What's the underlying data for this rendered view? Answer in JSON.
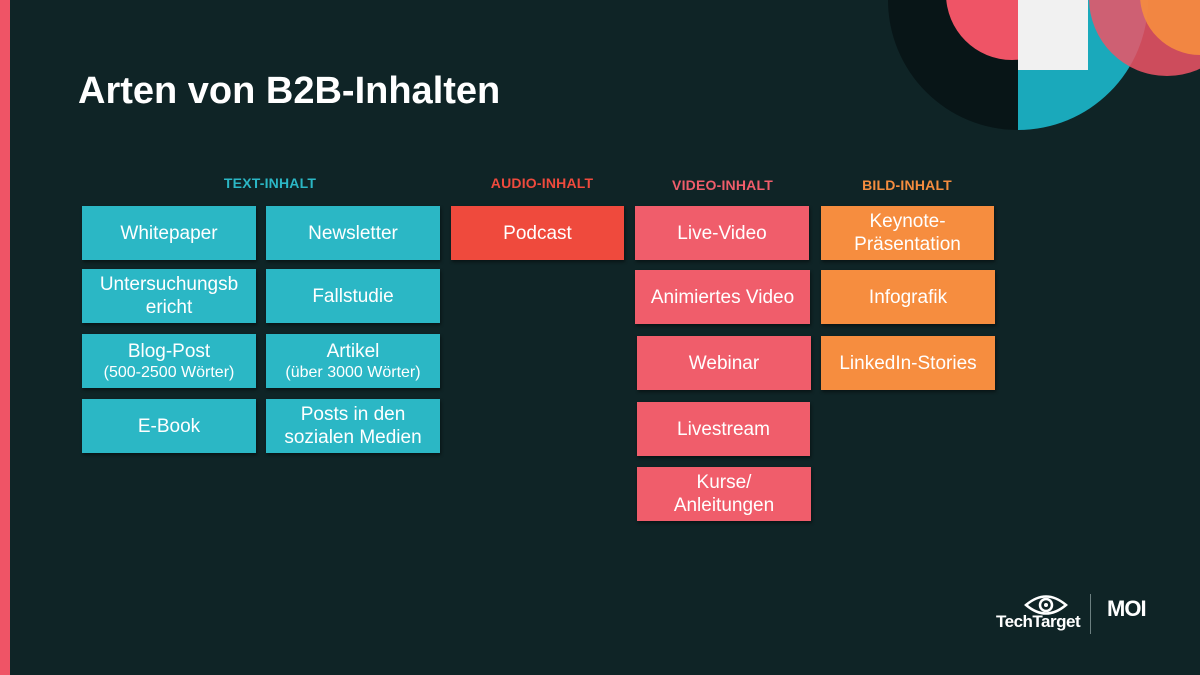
{
  "slide": {
    "title": "Arten von B2B-Inhalten"
  },
  "colors": {
    "background": "#0f2426",
    "text_teal": "#2bb7c5",
    "audio_red": "#ef4a3d",
    "video_pink": "#f05d6b",
    "image_orange": "#f68d3f"
  },
  "columns": {
    "text": {
      "header": "TEXT-INHALT",
      "items": [
        {
          "line1": "Whitepaper",
          "line2": ""
        },
        {
          "line1": "Newsletter",
          "line2": ""
        },
        {
          "line1": "Untersuchungsb",
          "line2": "ericht"
        },
        {
          "line1": "Fallstudie",
          "line2": ""
        },
        {
          "line1": "Blog-Post",
          "line2": "(500-2500 Wörter)"
        },
        {
          "line1": "Artikel",
          "line2": "(über 3000 Wörter)"
        },
        {
          "line1": "E-Book",
          "line2": ""
        },
        {
          "line1": "Posts in den",
          "line2": "sozialen Medien"
        }
      ]
    },
    "audio": {
      "header": "AUDIO-INHALT",
      "items": [
        {
          "line1": "Podcast",
          "line2": ""
        }
      ]
    },
    "video": {
      "header": "VIDEO-INHALT",
      "items": [
        {
          "line1": "Live-Video",
          "line2": ""
        },
        {
          "line1": "Animiertes Video",
          "line2": ""
        },
        {
          "line1": "Webinar",
          "line2": ""
        },
        {
          "line1": "Livestream",
          "line2": ""
        },
        {
          "line1": "Kurse/",
          "line2": "Anleitungen"
        }
      ]
    },
    "image": {
      "header": "BILD-INHALT",
      "items": [
        {
          "line1": "Keynote-",
          "line2": "Präsentation"
        },
        {
          "line1": "Infografik",
          "line2": ""
        },
        {
          "line1": "LinkedIn-Stories",
          "line2": ""
        }
      ]
    }
  },
  "logos": {
    "techtarget": "TechTarget",
    "moi": "MOI",
    "techtarget_icon": "eye-icon"
  }
}
